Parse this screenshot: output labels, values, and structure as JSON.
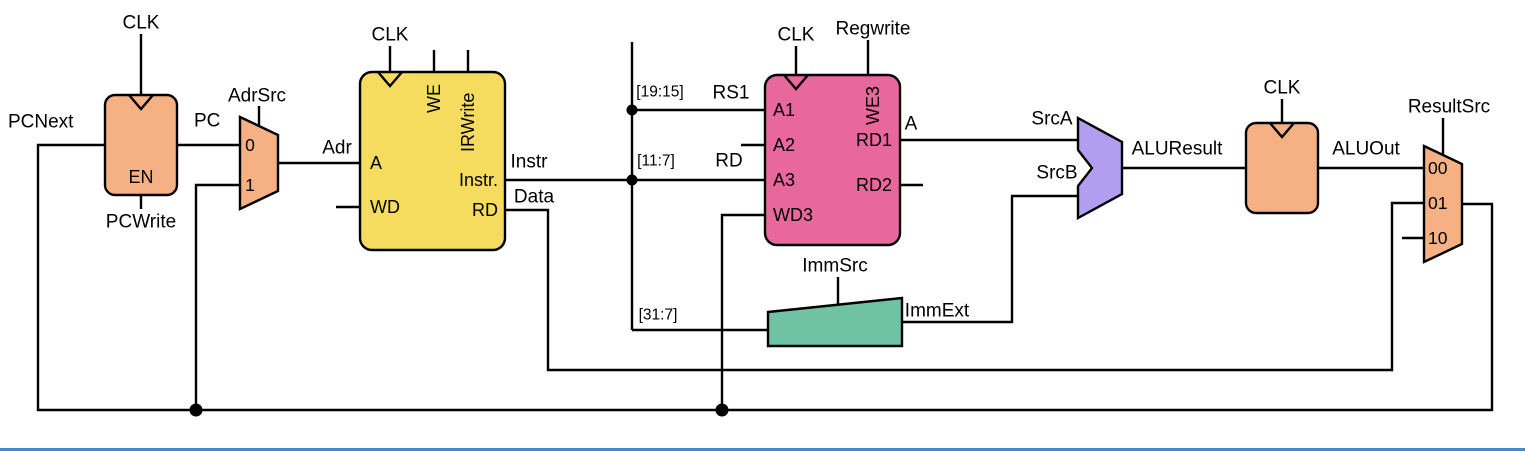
{
  "colors": {
    "register": "#F5B183",
    "memory": "#F6DC5E",
    "regfile": "#E8679D",
    "alu": "#B39DEE",
    "extend": "#6FC2A3",
    "window_edge": "#4A86C8"
  },
  "pc_register": {
    "clk": "CLK",
    "en": "EN",
    "enable_signal": "PCWrite",
    "input_label": "PCNext",
    "output_label": "PC"
  },
  "adr_mux": {
    "select_signal": "AdrSrc",
    "input0": "0",
    "input1": "1",
    "output_label": "Adr"
  },
  "memory": {
    "clk": "CLK",
    "write_enable": "WE",
    "ir_write": "IRWrite",
    "addr_pin": "A",
    "write_data_pin": "WD",
    "instr_pin": "Instr.",
    "read_data_pin": "RD",
    "instr_bus_label": "Instr",
    "data_bus_label": "Data"
  },
  "instr_fields": {
    "rs1_bits": "[19:15]",
    "rs1_name": "RS1",
    "rd_bits": "[11:7]",
    "rd_name": "RD",
    "imm_bits": "[31:7]"
  },
  "register_file": {
    "clk": "CLK",
    "write_enable_signal": "Regwrite",
    "we3_pin": "WE3",
    "a1_pin": "A1",
    "a2_pin": "A2",
    "a3_pin": "A3",
    "wd3_pin": "WD3",
    "rd1_pin": "RD1",
    "rd2_pin": "RD2",
    "rd1_bus_label": "A"
  },
  "extend_unit": {
    "select_signal": "ImmSrc",
    "output_label": "ImmExt"
  },
  "alu": {
    "src_a": "SrcA",
    "src_b": "SrcB",
    "result_label": "ALUResult"
  },
  "aluout_register": {
    "clk": "CLK",
    "output_label": "ALUOut"
  },
  "result_mux": {
    "select_signal": "ResultSrc",
    "input00": "00",
    "input01": "01",
    "input10": "10"
  }
}
